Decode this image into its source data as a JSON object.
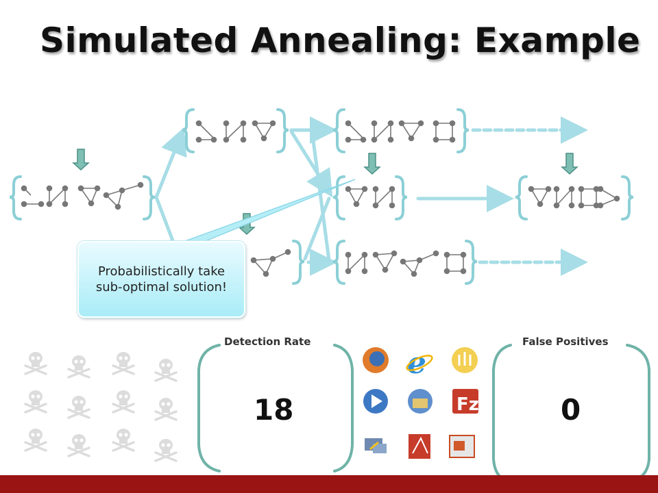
{
  "slide": {
    "title": "Simulated Annealing: Example",
    "callout_text": "Probabilistically take sub-optimal solution!",
    "detection_label": "Detection Rate",
    "detection_value": "18",
    "false_positive_label": "False Positives",
    "false_positive_value": "0"
  },
  "icons": {
    "malware": [
      "skull-crossbones-icon"
    ],
    "applications": [
      "firefox-icon",
      "internet-explorer-icon",
      "limewire-icon",
      "media-player-icon",
      "thunderbird-icon",
      "filezilla-icon",
      "network-icon",
      "acrobat-reader-icon",
      "powerpoint-icon"
    ]
  },
  "colors": {
    "accent": "#9a1414",
    "bracket": "#8ccfd6",
    "arrow": "#a7dde6",
    "marker": "#6fb3a8",
    "callout": "#b6eef8"
  }
}
